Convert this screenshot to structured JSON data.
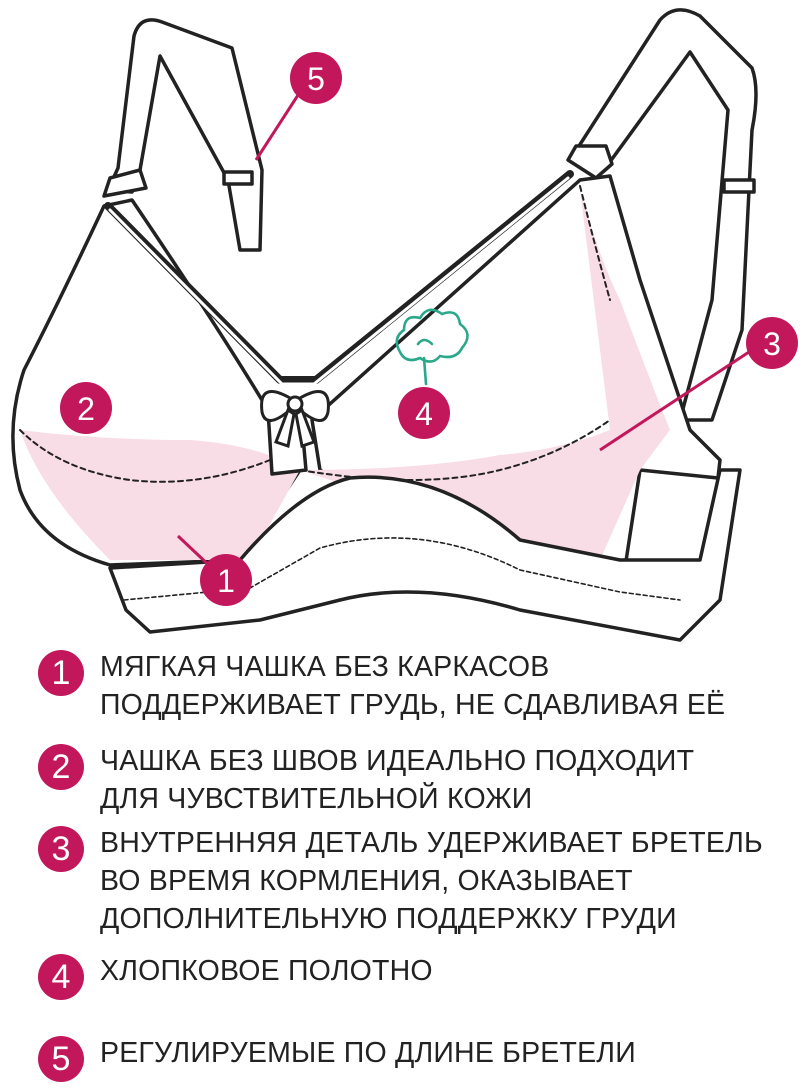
{
  "colors": {
    "accent": "#c2185b",
    "pink_fill": "#f9dde6",
    "outline": "#222222"
  },
  "icons": {
    "cotton": "cotton-icon",
    "bow": "bow-icon"
  },
  "callouts": [
    "5",
    "2",
    "4",
    "3",
    "1"
  ],
  "legend": [
    {
      "number": "1",
      "lines": [
        "МЯГКАЯ ЧАШКА БЕЗ КАРКАСОВ",
        "ПОДДЕРЖИВАЕТ ГРУДЬ, НЕ СДАВЛИВАЯ ЕЁ"
      ]
    },
    {
      "number": "2",
      "lines": [
        "ЧАШКА БЕЗ ШВОВ ИДЕАЛЬНО ПОДХОДИТ",
        "ДЛЯ ЧУВСТВИТЕЛЬНОЙ КОЖИ"
      ]
    },
    {
      "number": "3",
      "lines": [
        "ВНУТРЕННЯЯ ДЕТАЛЬ УДЕРЖИВАЕТ БРЕТЕЛЬ",
        "ВО ВРЕМЯ КОРМЛЕНИЯ, ОКАЗЫВАЕТ",
        "ДОПОЛНИТЕЛЬНУЮ ПОДДЕРЖКУ ГРУДИ"
      ]
    },
    {
      "number": "4",
      "lines": [
        "ХЛОПКОВОЕ ПОЛОТНО"
      ]
    },
    {
      "number": "5",
      "lines": [
        "РЕГУЛИРУЕМЫЕ ПО ДЛИНЕ БРЕТЕЛИ"
      ]
    }
  ]
}
